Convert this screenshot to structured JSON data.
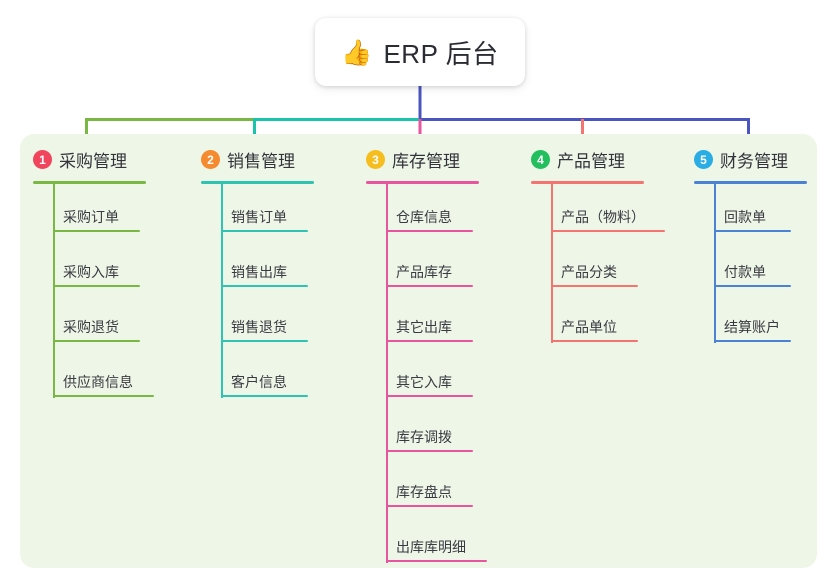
{
  "root": {
    "emoji": "👍",
    "emoji_name": "thumbs-up-icon",
    "title": "ERP 后台"
  },
  "colors": {
    "canvas": "#ffffff",
    "panel_bg": "#eef7e7",
    "card_bg": "#ffffff",
    "title_text": "#2b2b33",
    "stem": "#4b55c0",
    "branch_green": "#79b943",
    "branch_teal": "#18c5ac",
    "branch_blue": "#4b55c0",
    "col1": "#79b943",
    "col2": "#2fc4b2",
    "col3": "#e8559e",
    "col4": "#f4746f",
    "col5": "#4c82d4",
    "badge1": "#f0455c",
    "badge2": "#f58a2e",
    "badge3": "#f5be1e",
    "badge4": "#23bf5e",
    "badge5": "#29ade4"
  },
  "columns": [
    {
      "index": "1",
      "title": "采购管理",
      "line_color": "#79b943",
      "badge_color": "#f0455c",
      "items": [
        {
          "label": "采购订单"
        },
        {
          "label": "采购入库"
        },
        {
          "label": "采购退货"
        },
        {
          "label": "供应商信息"
        }
      ]
    },
    {
      "index": "2",
      "title": "销售管理",
      "line_color": "#2fc4b2",
      "badge_color": "#f58a2e",
      "items": [
        {
          "label": "销售订单"
        },
        {
          "label": "销售出库"
        },
        {
          "label": "销售退货"
        },
        {
          "label": "客户信息"
        }
      ]
    },
    {
      "index": "3",
      "title": "库存管理",
      "line_color": "#e8559e",
      "badge_color": "#f5be1e",
      "items": [
        {
          "label": "仓库信息"
        },
        {
          "label": "产品库存"
        },
        {
          "label": "其它出库"
        },
        {
          "label": "其它入库"
        },
        {
          "label": "库存调拨"
        },
        {
          "label": "库存盘点"
        },
        {
          "label": "出库库明细"
        }
      ]
    },
    {
      "index": "4",
      "title": "产品管理",
      "line_color": "#f4746f",
      "badge_color": "#23bf5e",
      "items": [
        {
          "label": "产品（物料）"
        },
        {
          "label": "产品分类"
        },
        {
          "label": "产品单位"
        }
      ]
    },
    {
      "index": "5",
      "title": "财务管理",
      "line_color": "#4c82d4",
      "badge_color": "#29ade4",
      "items": [
        {
          "label": "回款单"
        },
        {
          "label": "付款单"
        },
        {
          "label": "结算账户"
        }
      ]
    }
  ]
}
